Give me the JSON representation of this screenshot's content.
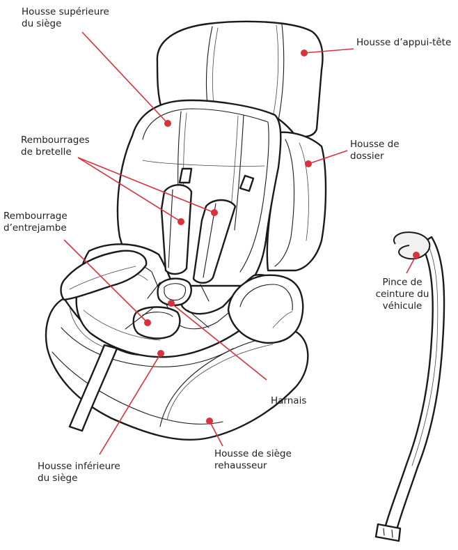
{
  "colors": {
    "accent": "#d8323c",
    "line": "#1a1a1a"
  },
  "labels": {
    "top_seat_cover": [
      "Housse supérieure",
      "du siège"
    ],
    "headrest_cover": [
      "Housse d’appui-tête"
    ],
    "shoulder_pads": [
      "Rembourrages",
      "de bretelle"
    ],
    "backrest_cover": [
      "Housse de",
      "dossier"
    ],
    "crotch_pad": [
      "Rembourrage",
      "d’entrejambe"
    ],
    "belt_clip": [
      "Pince de",
      "ceinture du",
      "véhicule"
    ],
    "harness": [
      "Harnais"
    ],
    "lower_seat_cover": [
      "Housse inférieure",
      "du siège"
    ],
    "booster_cover": [
      "Housse de siège",
      "rehausseur"
    ]
  }
}
